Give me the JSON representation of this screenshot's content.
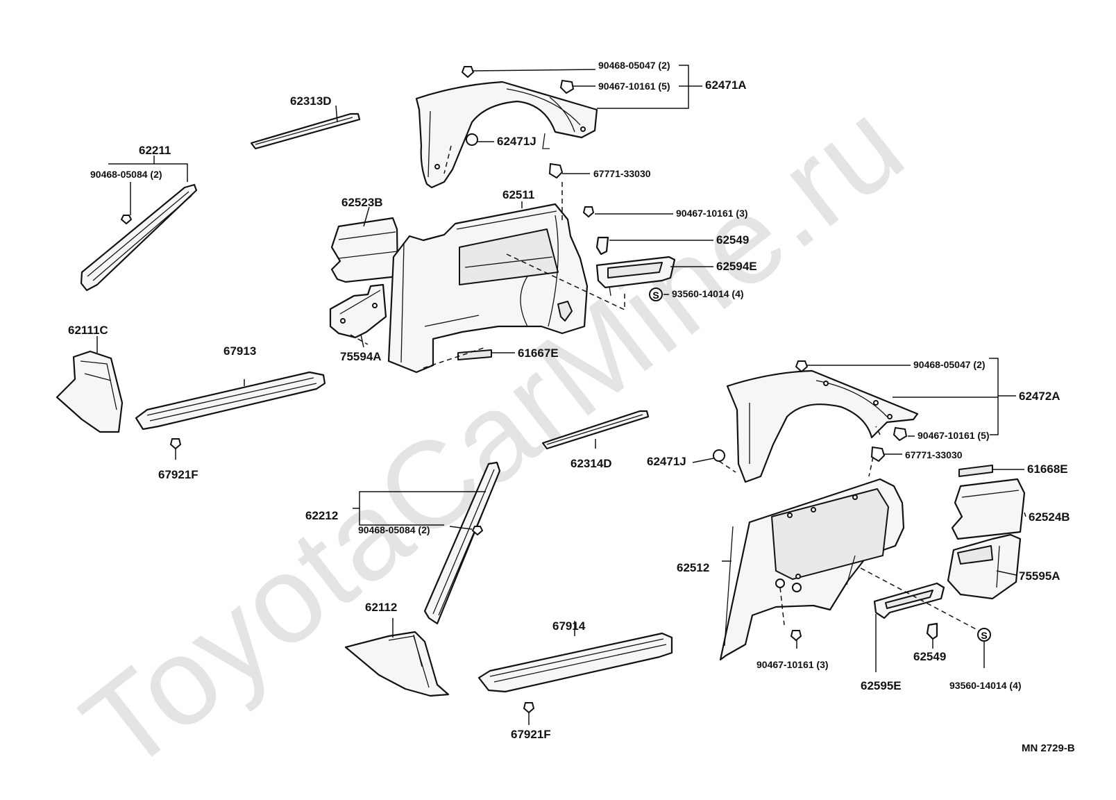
{
  "watermark": "ToyotaCarMine.ru",
  "diagram_ref": "MN  2729-B",
  "labels": {
    "l90468_05047_top": "90468-05047 (2)",
    "l90467_10161_5_top": "90467-10161 (5)",
    "l62471A": "62471A",
    "l62313D": "62313D",
    "l62471J_top": "62471J",
    "l62211": "62211",
    "l90468_05084_top": "90468-05084 (2)",
    "l67771_top": "67771-33030",
    "l62511": "62511",
    "l62523B": "62523B",
    "l90467_10161_3_top": "90467-10161 (3)",
    "l62549_top": "62549",
    "l62594E": "62594E",
    "l93560_top": "93560-14014 (4)",
    "l62111C": "62111C",
    "l67913": "67913",
    "l75594A": "75594A",
    "l61667E": "61667E",
    "l67921F_top": "67921F",
    "l90468_05047_bot": "90468-05047 (2)",
    "l62472A": "62472A",
    "l90467_10161_5_bot": "90467-10161 (5)",
    "l62314D": "62314D",
    "l62471J_bot": "62471J",
    "l67771_bot": "67771-33030",
    "l61668E": "61668E",
    "l62524B": "62524B",
    "l62212": "62212",
    "l90468_05084_bot": "90468-05084 (2)",
    "l62512": "62512",
    "l75595A": "75595A",
    "l62112": "62112",
    "l67914": "67914",
    "l90467_10161_3_bot": "90467-10161 (3)",
    "l62549_bot": "62549",
    "l62595E": "62595E",
    "l93560_bot": "93560-14014 (4)",
    "l67921F_bot": "67921F"
  }
}
